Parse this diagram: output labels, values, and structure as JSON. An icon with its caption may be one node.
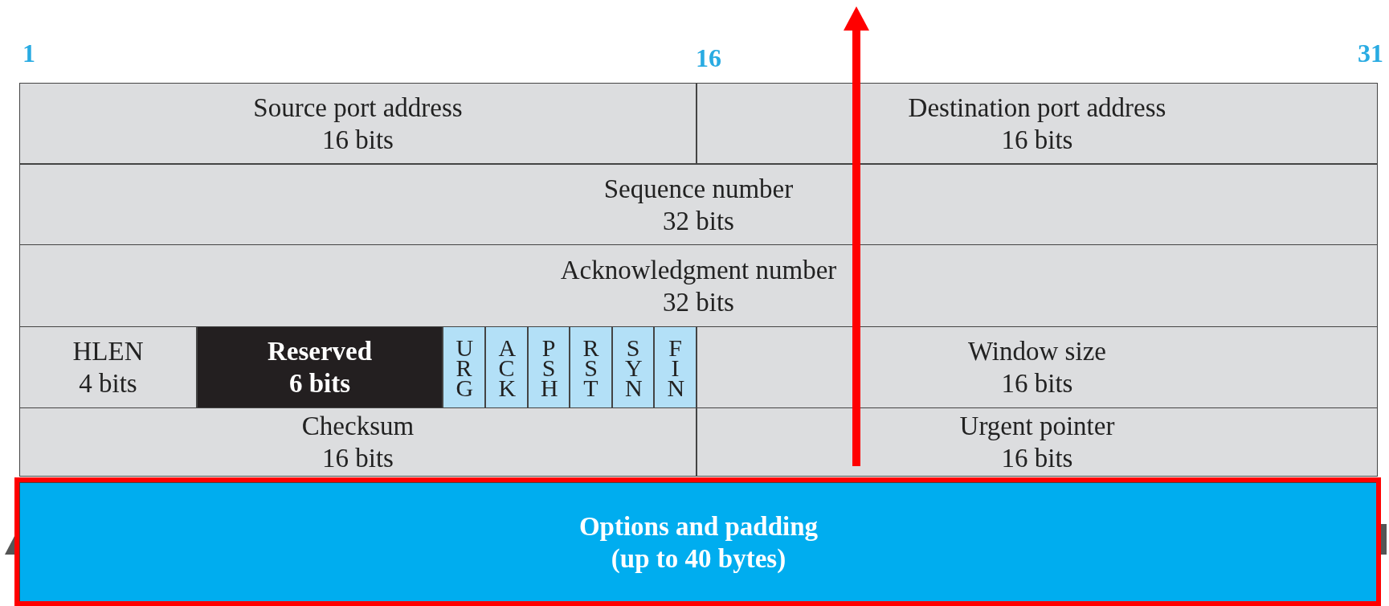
{
  "diagram": {
    "nodes": [
      {
        "text": [
          "Source port address",
          "16 bits"
        ]
      },
      {
        "text": [
          "Destination port address",
          "16 bits"
        ]
      },
      {
        "text": [
          "Sequence number",
          "32 bits"
        ]
      },
      {
        "text": [
          "Acknowledgment number",
          "32 bits"
        ]
      },
      {
        "text": [
          "HLEN",
          "4 bits"
        ]
      },
      {
        "text": [
          "Reserved",
          "6 bits"
        ]
      },
      {
        "text": [
          "URG"
        ]
      },
      {
        "text": [
          "ACK"
        ]
      },
      {
        "text": [
          "PSH"
        ]
      },
      {
        "text": [
          "RST"
        ]
      },
      {
        "text": [
          "SYN"
        ]
      },
      {
        "text": [
          "FIN"
        ]
      },
      {
        "text": [
          "Window size",
          "16 bits"
        ]
      },
      {
        "text": [
          "Checksum",
          "16 bits"
        ]
      },
      {
        "text": [
          "Urgent pointer",
          "16 bits"
        ]
      },
      {
        "text": [
          "Options and padding",
          "(up to 40 bytes)"
        ]
      }
    ],
    "edges": [],
    "labels": [
      "1",
      "16",
      "31"
    ]
  }
}
